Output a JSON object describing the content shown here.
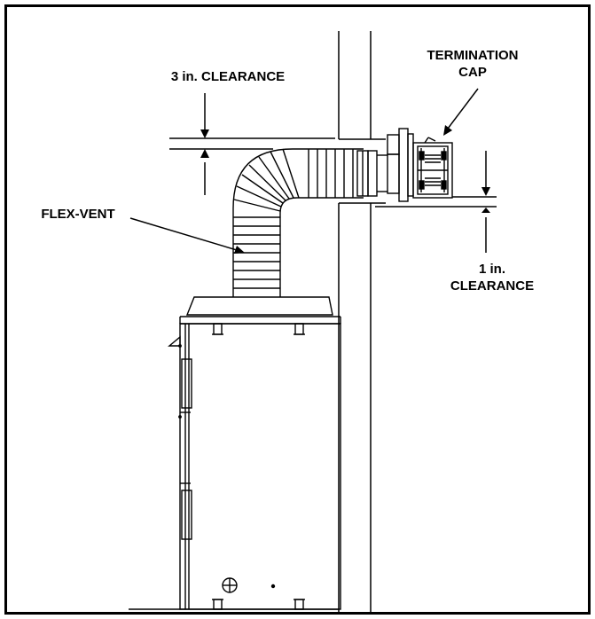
{
  "labels": {
    "top_clearance": "3 in. CLEARANCE",
    "cap_line1": "TERMINATION",
    "cap_line2": "CAP",
    "flex_vent": "FLEX-VENT",
    "bottom_clearance_line1": "1 in.",
    "bottom_clearance_line2": "CLEARANCE"
  },
  "colors": {
    "ink": "#000000",
    "background": "#ffffff"
  }
}
